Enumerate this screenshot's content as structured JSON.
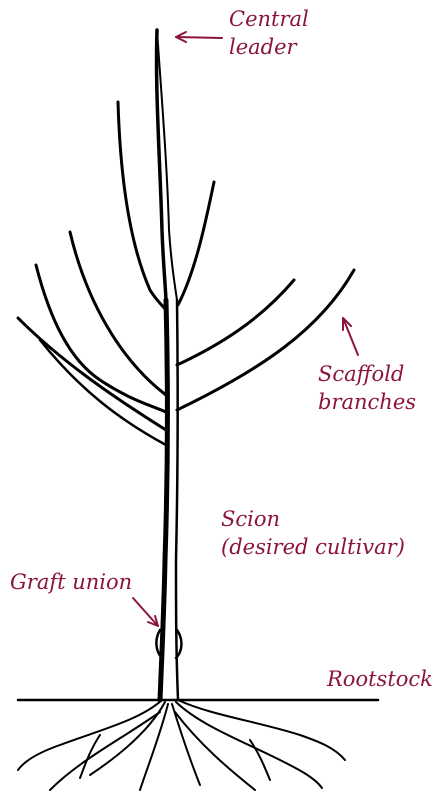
{
  "labels": {
    "central_leader": [
      "Central",
      "leader"
    ],
    "scaffold_branches": [
      "Scaffold",
      "branches"
    ],
    "scion": [
      "Scion",
      "(desired cultivar)"
    ],
    "graft_union": "Graft union",
    "rootstock": "Rootstock"
  },
  "colors": {
    "label": "#8a1538",
    "drawing": "#000000"
  }
}
